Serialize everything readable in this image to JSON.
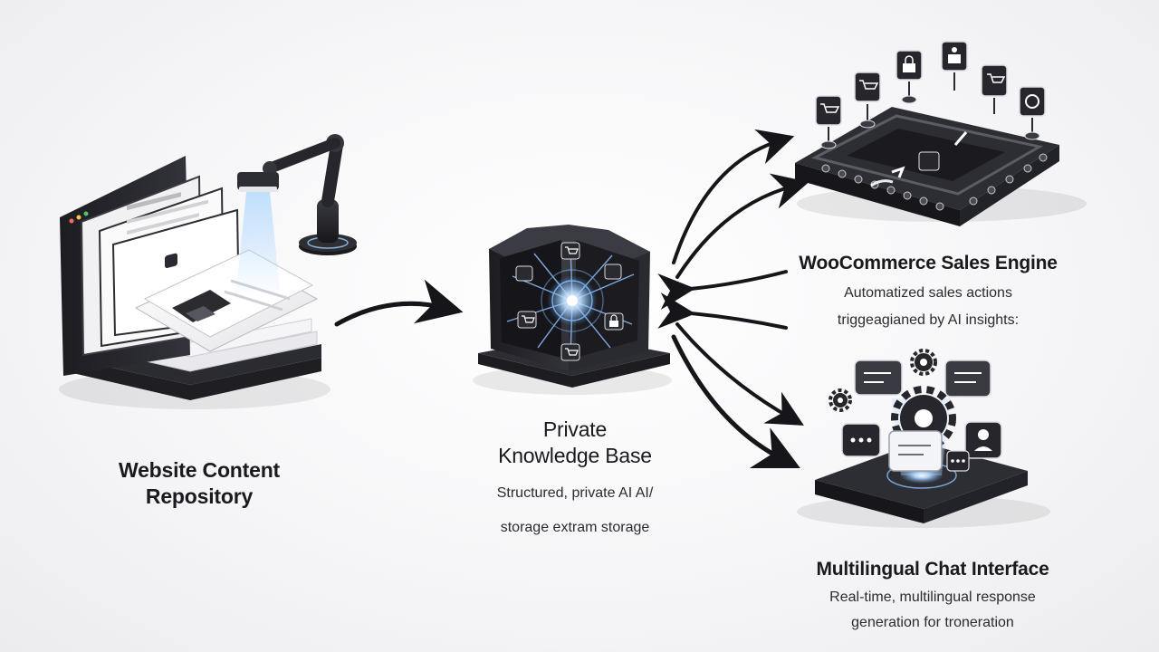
{
  "nodes": {
    "repository": {
      "title_line1": "Website Content",
      "title_line2": "Repository"
    },
    "knowledge_base": {
      "title_line1": "Private",
      "title_line2": "Knowledge Base",
      "desc_line1": "Structured, private AI AI/",
      "desc_line2": "storage extram storage"
    },
    "sales_engine": {
      "title": "WooCommerce Sales Engine",
      "desc_line1": "Automatized sales actions",
      "desc_line2": "triggeagianed by AI insights:"
    },
    "chat_interface": {
      "title": "Multilingual Chat Interface",
      "desc_line1": "Real-time, multilingual response",
      "desc_line2": "generation for troneration"
    }
  },
  "colors": {
    "ink": "#1b1b1f",
    "dark": "#2a2b31",
    "glow": "#8fc2ff",
    "background": "#f4f4f6"
  },
  "icons": [
    "robot-arm-icon",
    "cart-icon",
    "lock-icon",
    "gear-icon",
    "chat-bubble-icon",
    "user-icon",
    "check-icon"
  ]
}
